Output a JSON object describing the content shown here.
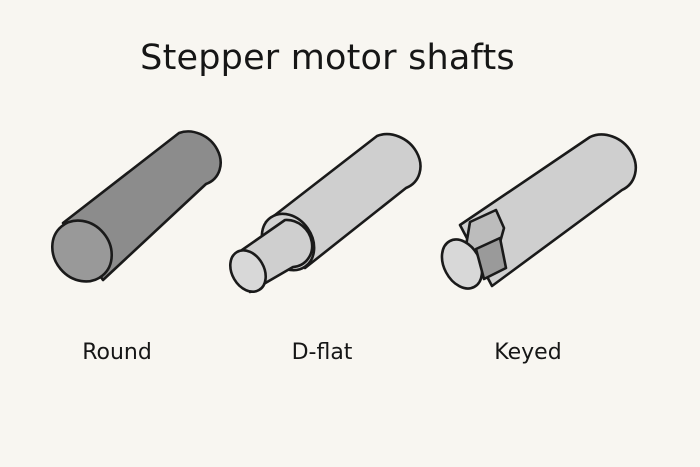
{
  "title": "Stepper motor shafts",
  "shafts": [
    {
      "label": "Round",
      "icon": "round-shaft-icon"
    },
    {
      "label": "D-flat",
      "icon": "d-flat-shaft-icon"
    },
    {
      "label": "Keyed",
      "icon": "keyed-shaft-icon"
    }
  ],
  "colors": {
    "background": "#f8f6f1",
    "outline": "#1a1a1a",
    "round_body": "#8c8c8c",
    "round_end": "#999999",
    "light_body": "#cfcfcf",
    "light_end": "#d8d8d8",
    "flat_face": "#9a9a9a"
  }
}
